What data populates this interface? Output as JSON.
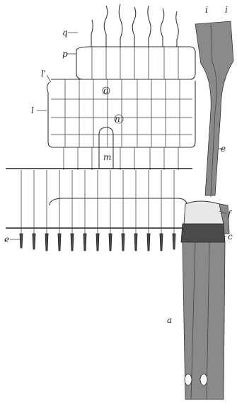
{
  "labels": {
    "q": "q",
    "p": "p",
    "l_prime": "l'",
    "l": "l",
    "o": "o",
    "n": "n",
    "m": "m",
    "e_left": "e",
    "i_left": "i",
    "i_right": "i",
    "e_right": "e",
    "f": "f",
    "c": "c",
    "a": "a"
  }
}
